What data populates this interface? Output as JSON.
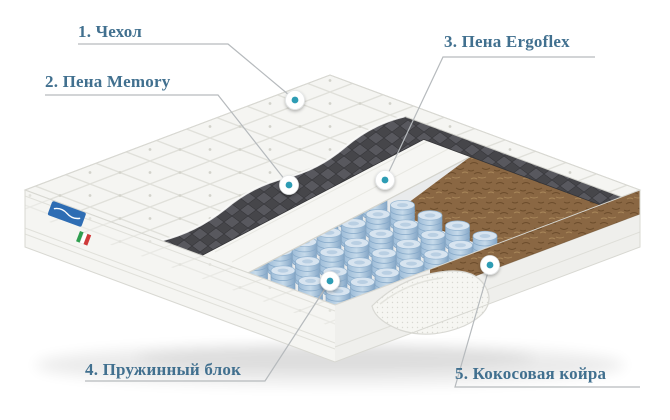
{
  "diagram": {
    "type": "mattress-layers-cutaway",
    "labels": [
      {
        "num": "1",
        "text": "1. Чехол",
        "target": "cover"
      },
      {
        "num": "2",
        "text": "2. Пена Memory",
        "target": "memory-foam"
      },
      {
        "num": "3",
        "text": "3. Пена Ergoflex",
        "target": "ergoflex-foam"
      },
      {
        "num": "4",
        "text": "4. Пружинный блок",
        "target": "spring-block"
      },
      {
        "num": "5",
        "text": "5. Кокосовая койра",
        "target": "coconut-coir"
      }
    ],
    "colors": {
      "label_text": "#41708f",
      "leader_line": "#b6babd",
      "marker_dot": "#2d9cb4",
      "memory_foam": "#434347",
      "springs": "#9dbcd8",
      "coir": "#8a6743"
    }
  }
}
